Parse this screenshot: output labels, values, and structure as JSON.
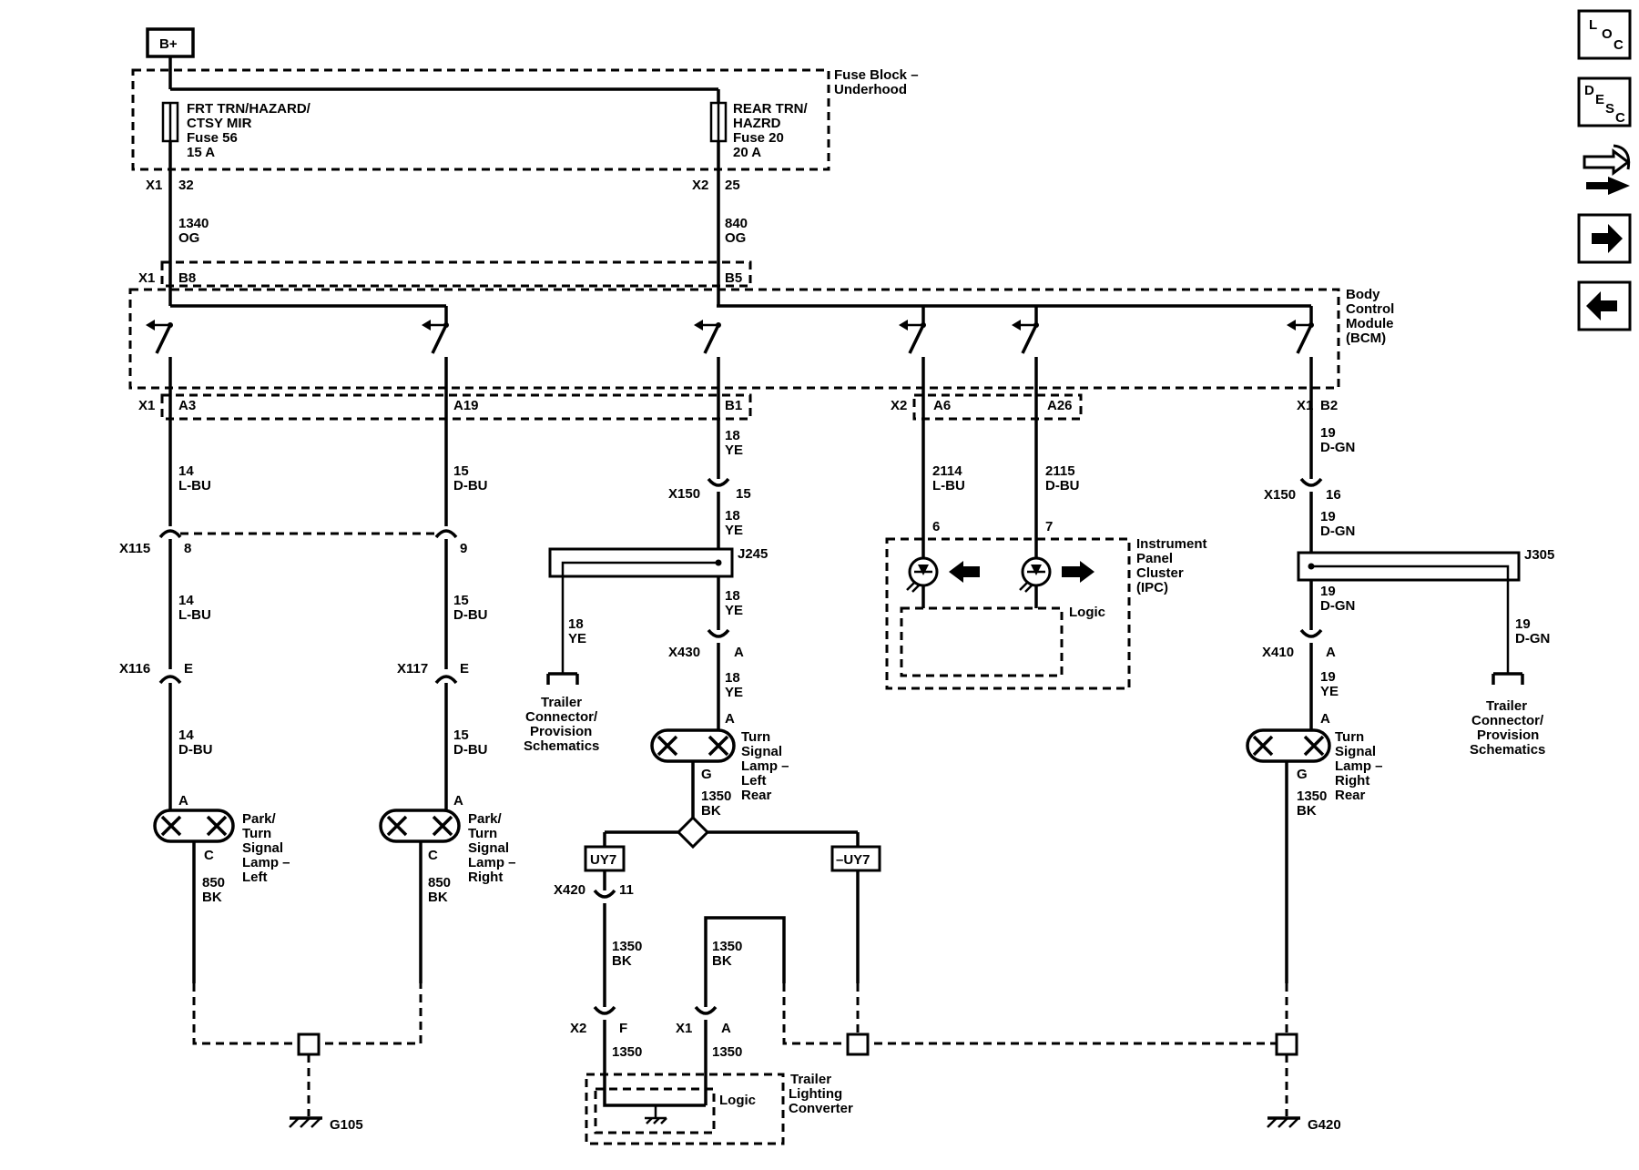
{
  "diagram": {
    "power_source": "B+",
    "fuse_block": {
      "title_line1": "Fuse Block –",
      "title_line2": "Underhood"
    },
    "fuses": [
      {
        "l1": "FRT TRN/HAZARD/",
        "l2": "CTSY MIR",
        "l3": "Fuse 56",
        "l4": "15 A"
      },
      {
        "l1": "REAR TRN/",
        "l2": "HAZRD",
        "l3": "Fuse 20",
        "l4": "20 A"
      }
    ],
    "bcm": {
      "l1": "Body",
      "l2": "Control",
      "l3": "Module",
      "l4": "(BCM)"
    },
    "ipc": {
      "l1": "Instrument",
      "l2": "Panel",
      "l3": "Cluster",
      "l4": "(IPC)",
      "logic": "Logic"
    },
    "labels": {
      "x1": "X1",
      "x2": "X2",
      "p32": "32",
      "p25": "25",
      "w1340": "1340",
      "og": "OG",
      "w840": "840",
      "b8": "B8",
      "b5": "B5",
      "a3": "A3",
      "a19": "A19",
      "b1": "B1",
      "a6": "A6",
      "a26": "A26",
      "b2": "B2",
      "w14": "14",
      "lbu": "L-BU",
      "w15": "15",
      "dbu": "D-BU",
      "w18": "18",
      "ye": "YE",
      "w2114": "2114",
      "w2115": "2115",
      "w19": "19",
      "dgn": "D-GN",
      "p6": "6",
      "p7": "7",
      "x150": "X150",
      "p15": "15",
      "p16": "16",
      "x115": "X115",
      "p8": "8",
      "p9": "9",
      "x116": "X116",
      "x117": "X117",
      "e": "E",
      "j245": "J245",
      "j305": "J305",
      "x430": "X430",
      "x410": "X410",
      "a": "A",
      "c": "C",
      "g": "G",
      "w850": "850",
      "bk": "BK",
      "w1350": "1350",
      "uy7": "UY7",
      "nuy7": "–UY7",
      "x420": "X420",
      "p11": "11",
      "f": "F",
      "logic": "Logic",
      "g105": "G105",
      "g420": "G420"
    },
    "lamps": {
      "park_left": [
        "Park/",
        "Turn",
        "Signal",
        "Lamp –",
        "Left"
      ],
      "park_right": [
        "Park/",
        "Turn",
        "Signal",
        "Lamp –",
        "Right"
      ],
      "turn_left_rear": [
        "Turn",
        "Signal",
        "Lamp –",
        "Left",
        "Rear"
      ],
      "turn_right_rear": [
        "Turn",
        "Signal",
        "Lamp –",
        "Right",
        "Rear"
      ]
    },
    "trailer_conn_left": [
      "Trailer",
      "Connector/",
      "Provision",
      "Schematics"
    ],
    "trailer_conn_right": [
      "Trailer",
      "Connector/",
      "Provision",
      "Schematics"
    ],
    "trailer_converter": [
      "Trailer",
      "Lighting",
      "Converter"
    ]
  },
  "nav": {
    "loc": {
      "l": "L",
      "o": "O",
      "c": "C"
    },
    "desc": {
      "d": "D",
      "e": "E",
      "s": "S",
      "c": "C"
    }
  }
}
